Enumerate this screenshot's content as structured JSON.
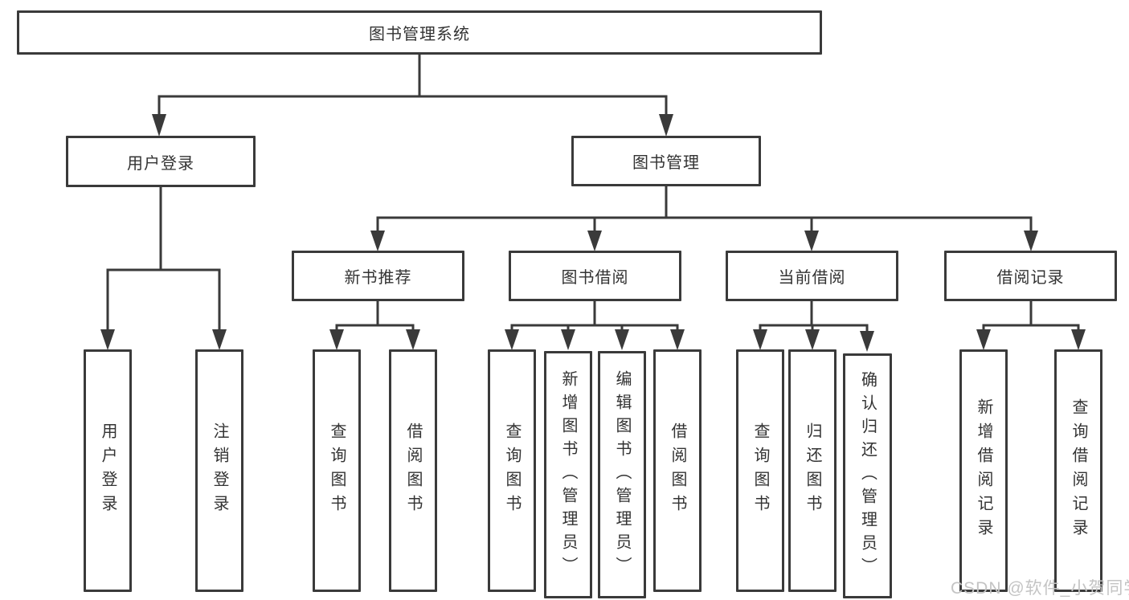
{
  "diagram": {
    "root": "图书管理系统",
    "level2": {
      "user_login": "用户登录",
      "book_management": "图书管理"
    },
    "level3": {
      "new_book_recommend": "新书推荐",
      "book_borrow": "图书借阅",
      "current_borrow": "当前借阅",
      "borrow_records": "借阅记录"
    },
    "leaves": {
      "user_login": [
        "用户登录",
        "注销登录"
      ],
      "new_book_recommend": [
        "查询图书",
        "借阅图书"
      ],
      "book_borrow": [
        "查询图书",
        "新增图书（管理员）",
        "编辑图书（管理员）",
        "借阅图书"
      ],
      "current_borrow": [
        "查询图书",
        "归还图书",
        "确认归还（管理员）"
      ],
      "borrow_records": [
        "新增借阅记录",
        "查询借阅记录"
      ]
    },
    "watermark": "CSDN @软件_小贺同学",
    "colors": {
      "line": "#3a3a3a",
      "text": "#333333",
      "watermark": "#c4c4c4",
      "background": "#ffffff"
    }
  }
}
